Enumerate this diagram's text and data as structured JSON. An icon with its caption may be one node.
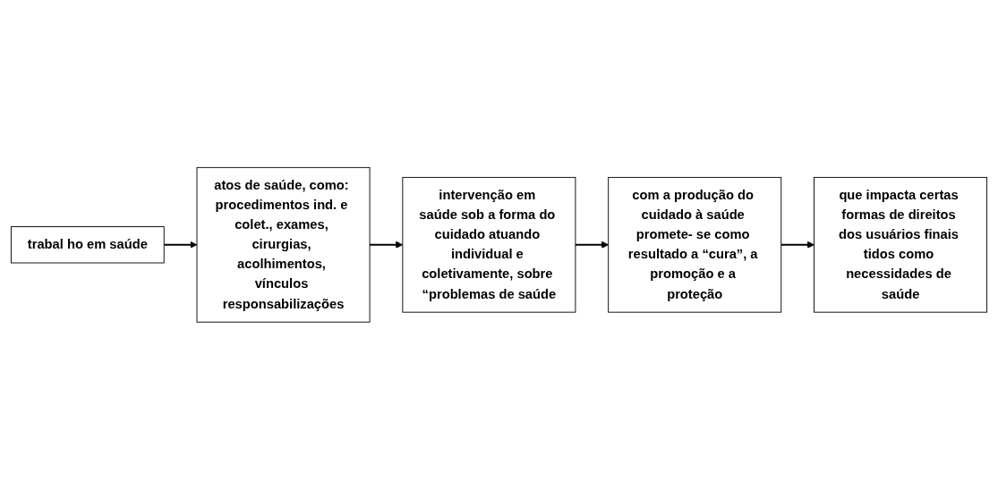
{
  "diagram": {
    "nodes": [
      {
        "text": [
          "trabal ho em saúde"
        ]
      },
      {
        "text": [
          "atos de saúde, como: procedimentos ind. e colet., exames, cirurgias, acolhimentos, vínculos responsabilizações"
        ]
      },
      {
        "text": [
          "intervenção em saúde sob a forma do cuidado atuando individual e coletivamente, sobre “problemas de saúde"
        ]
      },
      {
        "text": [
          "com a produção do cuidado à saúde promete- se como resultado a “cura”, a promoção e a proteção"
        ]
      },
      {
        "text": [
          "que impacta certas formas de direitos dos usuários finais tidos como necessidades de saúde"
        ]
      }
    ],
    "edges": [
      {
        "from": 0,
        "to": 1,
        "arrow": "to"
      },
      {
        "from": 1,
        "to": 2,
        "arrow": "to"
      },
      {
        "from": 2,
        "to": 3,
        "arrow": "to"
      },
      {
        "from": 3,
        "to": 4,
        "arrow": "to"
      }
    ]
  }
}
